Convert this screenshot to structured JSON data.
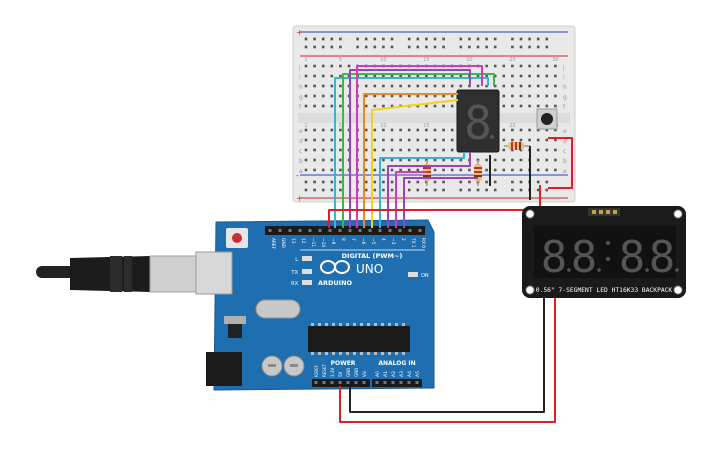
{
  "arduino": {
    "logo_text": "ARDUINO",
    "model": "UNO",
    "on_label": "ON",
    "l_label": "L",
    "tx_label": "TX",
    "rx_label": "RX",
    "digital_label": "DIGITAL (PWM~)",
    "power_label": "POWER",
    "analog_label": "ANALOG IN",
    "top_pins": [
      "AREF",
      "GND",
      "13",
      "12",
      "~11",
      "~10",
      "~9",
      "8",
      "7",
      "~6",
      "~5",
      "4",
      "~3",
      "2",
      "TX 1",
      "RX 0"
    ],
    "power_pins": [
      "IOREF",
      "RESET",
      "3.3V",
      "5V",
      "GND",
      "GND",
      "Vin"
    ],
    "analog_pins": [
      "A0",
      "A1",
      "A2",
      "A3",
      "A4",
      "A5"
    ]
  },
  "breadboard": {
    "row_letters_top": [
      "j",
      "i",
      "h",
      "g",
      "f"
    ],
    "row_letters_bottom": [
      "e",
      "d",
      "c",
      "b",
      "a"
    ],
    "column_numbers": [
      "1",
      "5",
      "10",
      "15",
      "20",
      "25",
      "30"
    ],
    "plus_label": "+",
    "minus_label": "-"
  },
  "single_digit": {
    "digit": "8"
  },
  "backpack": {
    "digits": [
      "8",
      "8",
      "8",
      "8"
    ],
    "label": "0.56\" 7-SEGMENT LED HT16K33 BACKPACK"
  },
  "colors": {
    "board_blue": "#1f6fb0",
    "wire_red": "#e02020",
    "wire_black": "#222222",
    "wire_green": "#3cb84a",
    "wire_orange": "#f08a1c",
    "wire_yellow": "#f2d21b",
    "wire_cyan": "#33b5d8",
    "wire_purple": "#a040c0",
    "wire_magenta": "#d838b8"
  }
}
